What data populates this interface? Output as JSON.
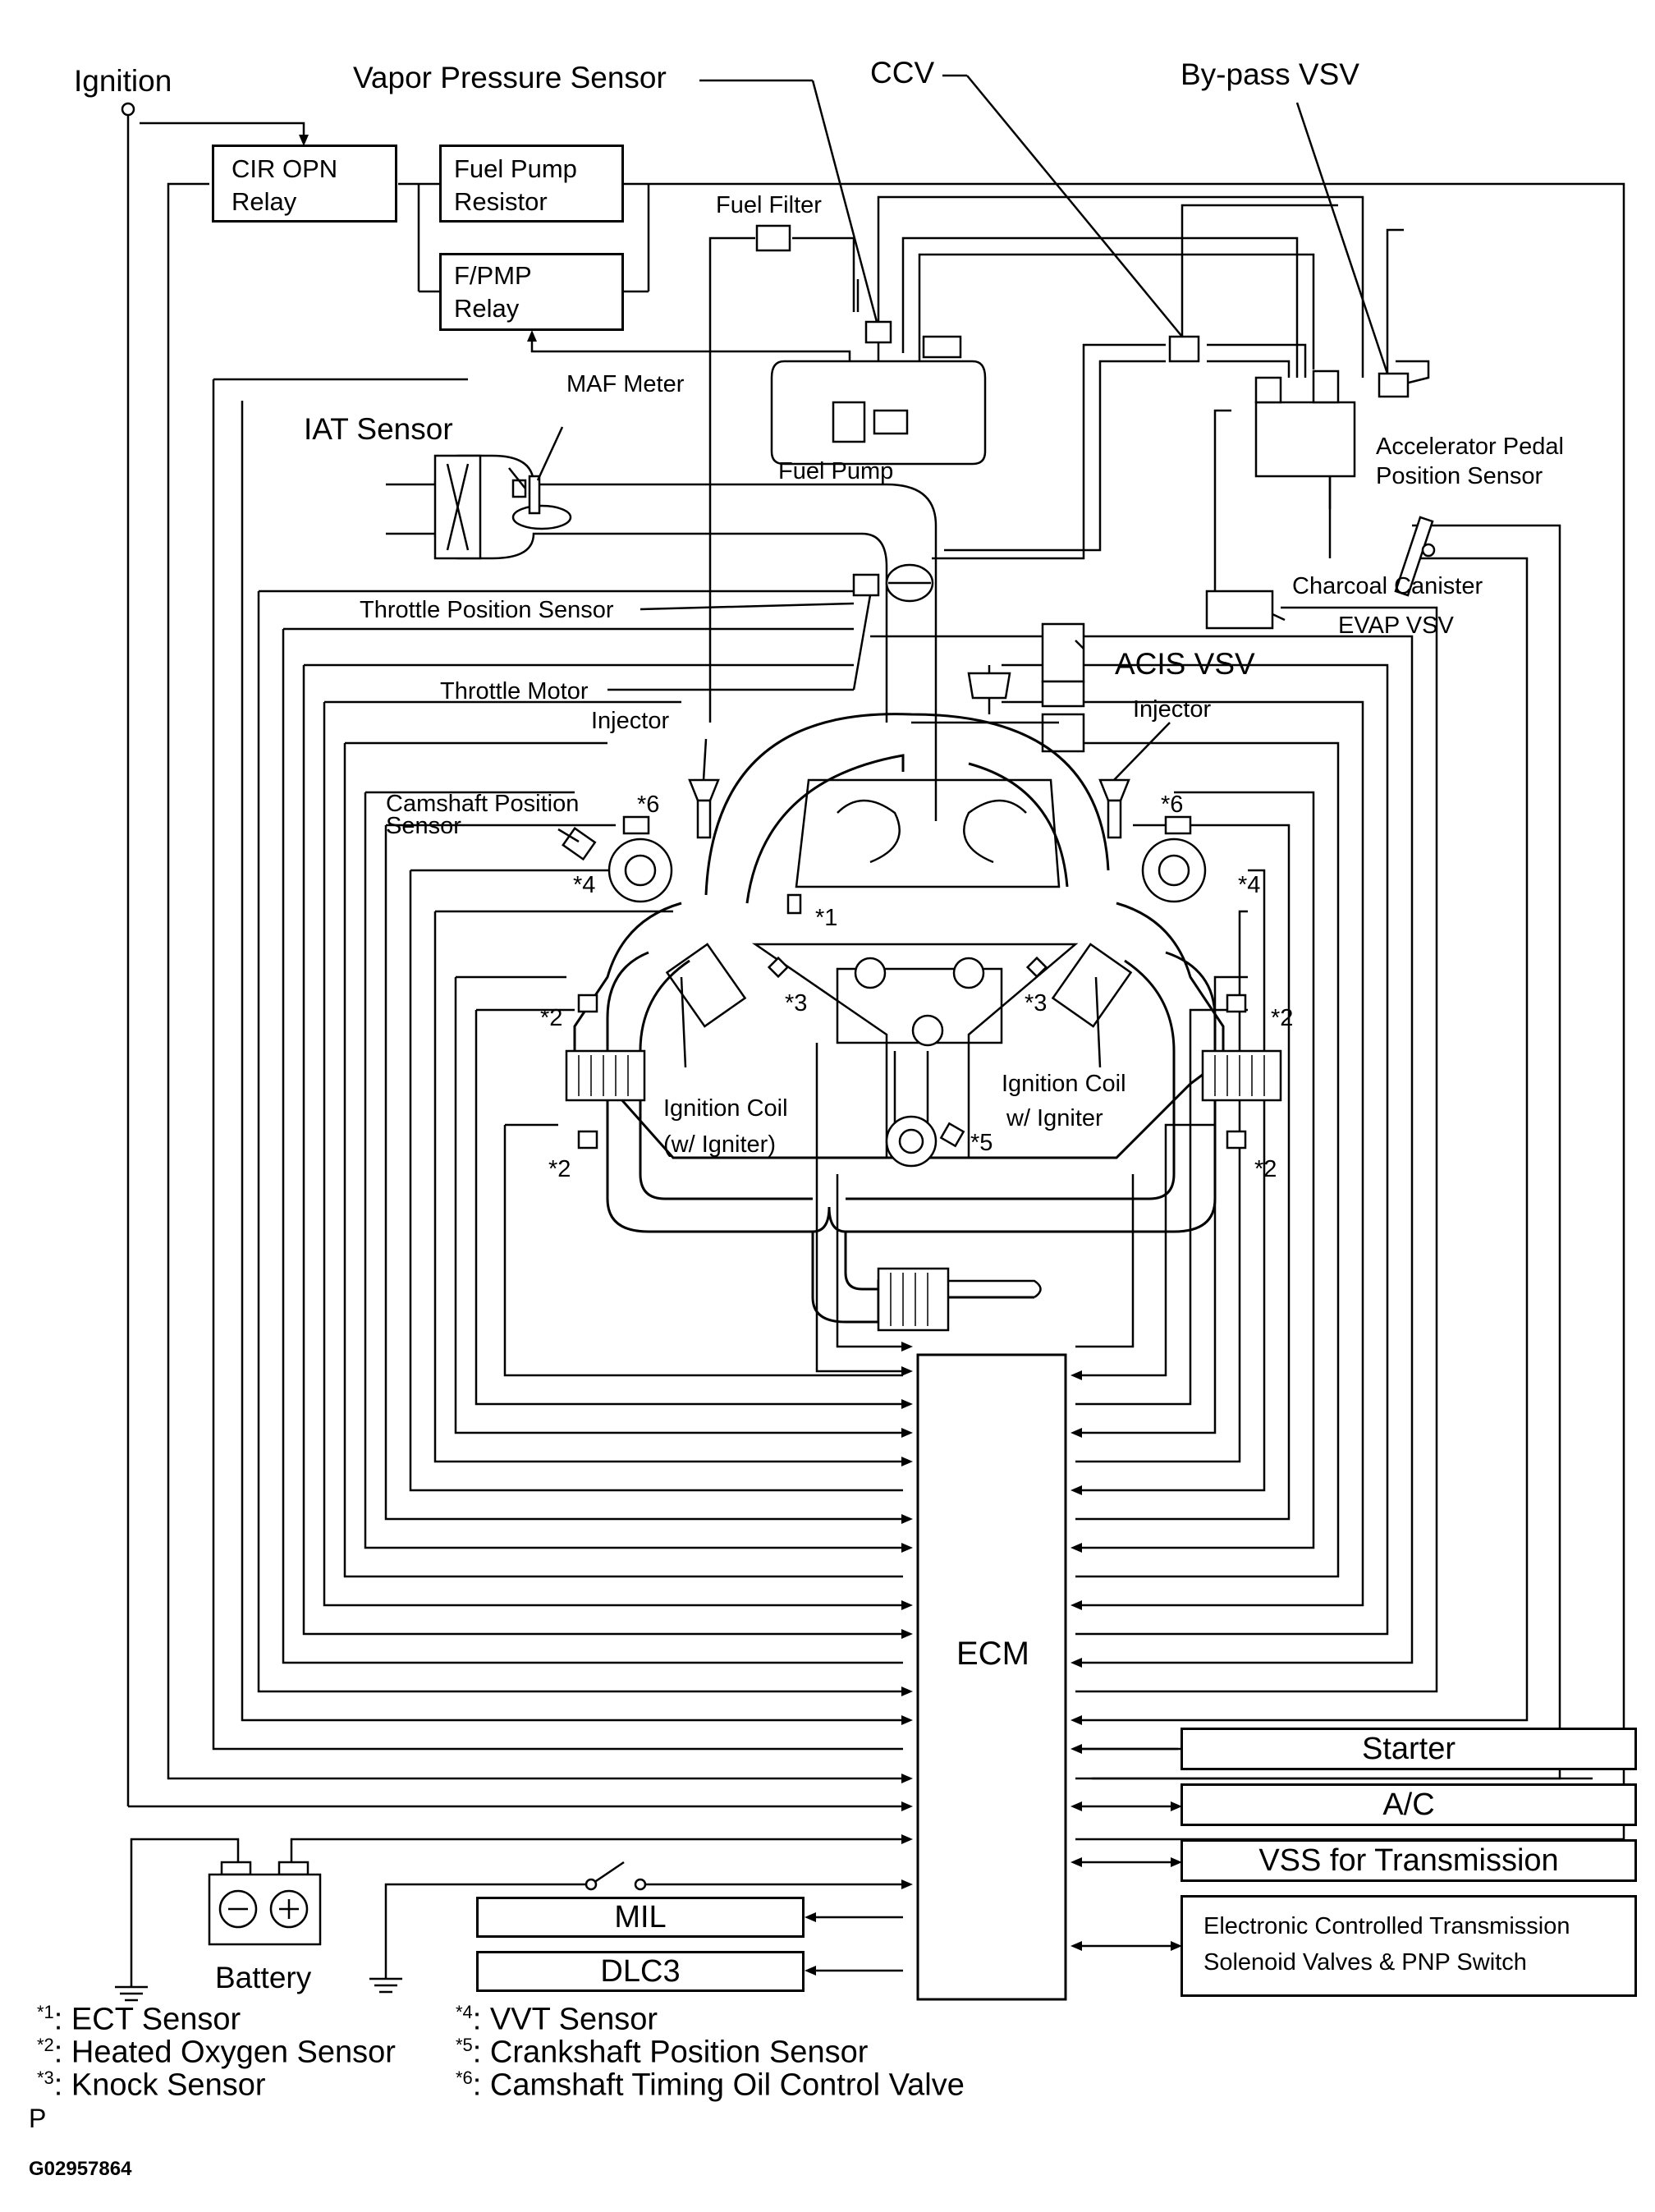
{
  "labels": {
    "ignition": "Ignition",
    "vapor_pressure_sensor": "Vapor Pressure Sensor",
    "ccv": "CCV",
    "bypass_vsv": "By-pass  VSV",
    "fuel_filter": "Fuel Filter",
    "maf_meter": "MAF Meter",
    "iat_sensor": "IAT Sensor",
    "fuel_pump": "Fuel Pump",
    "accel_pedal_1": "Accelerator Pedal",
    "accel_pedal_2": "Position Sensor",
    "charcoal_canister": "Charcoal Canister",
    "throttle_position_sensor": "Throttle Position Sensor",
    "evap_vsv": "EVAP VSV",
    "acis_vsv": "ACIS VSV",
    "throttle_motor": "Throttle Motor",
    "injector_left": "Injector",
    "injector_right": "Injector",
    "camshaft_position_1": "Camshaft Position",
    "camshaft_position_2": "Sensor",
    "ign_coil_left_1": "Ignition Coil",
    "ign_coil_left_2": "(w/ Igniter)",
    "ign_coil_right_1": "Ignition Coil",
    "ign_coil_right_2": "w/ Igniter",
    "ecm": "ECM",
    "battery": "Battery",
    "figure_code": "G02957864",
    "page_letter": "P"
  },
  "markers": {
    "m1": "*1",
    "m2": "*2",
    "m3": "*3",
    "m4": "*4",
    "m5": "*5",
    "m6": "*6"
  },
  "boxes": {
    "cir_opn_1": "CIR OPN",
    "cir_opn_2": "Relay",
    "fuel_pump_res_1": "Fuel Pump",
    "fuel_pump_res_2": "Resistor",
    "fpmp_1": "F/PMP",
    "fpmp_2": "Relay"
  },
  "right_boxes": {
    "starter": "Starter",
    "ac": "A/C",
    "vss": "VSS for Transmission",
    "ect_1": "Electronic Controlled Transmission",
    "ect_2": "Solenoid Valves & PNP Switch"
  },
  "left_boxes": {
    "mil": "MIL",
    "dlc3": "DLC3"
  },
  "legend": [
    {
      "mark": "*1",
      "text": ": ECT Sensor"
    },
    {
      "mark": "*2",
      "text": ": Heated Oxygen Sensor"
    },
    {
      "mark": "*3",
      "text": ": Knock Sensor"
    },
    {
      "mark": "*4",
      "text": ": VVT Sensor"
    },
    {
      "mark": "*5",
      "text": ": Crankshaft Position Sensor"
    },
    {
      "mark": "*6",
      "text": ": Camshaft Timing Oil Control Valve"
    }
  ]
}
